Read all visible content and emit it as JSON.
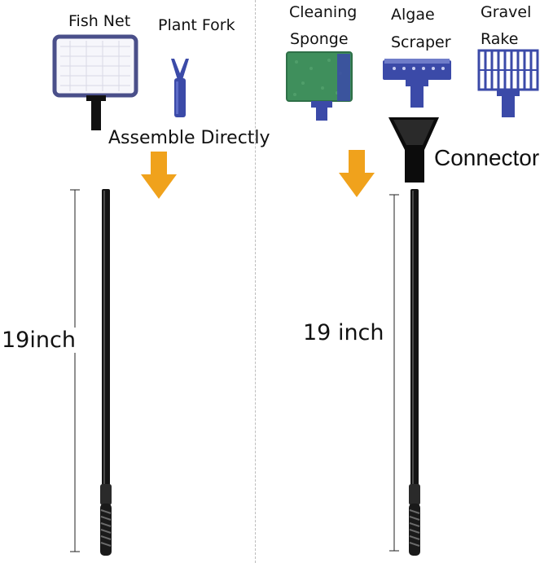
{
  "left": {
    "tools": [
      {
        "name": "Fish Net"
      },
      {
        "name": "Plant Fork"
      }
    ],
    "assemble_label": "Assemble Directly",
    "length_label": "19inch"
  },
  "right": {
    "tools": [
      {
        "name_line1": "Cleaning",
        "name_line2": "Sponge"
      },
      {
        "name_line1": "Algae",
        "name_line2": "Scraper"
      },
      {
        "name_line1": "Gravel",
        "name_line2": "Rake"
      }
    ],
    "connector_label": "Connector",
    "length_label": "19 inch"
  },
  "colors": {
    "arrow": "#f0a21c",
    "handle": "#141414",
    "tool_blue": "#3b4aa8",
    "sponge_green": "#3f8f5c"
  }
}
